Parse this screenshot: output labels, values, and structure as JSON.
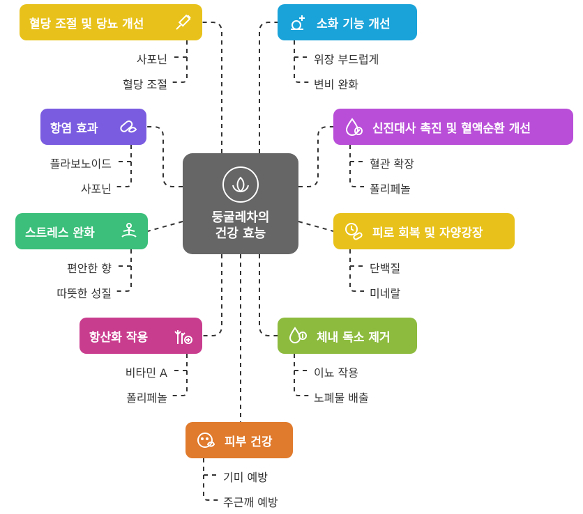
{
  "center": {
    "line1": "둥굴레차의",
    "line2": "건강 효능"
  },
  "colors": {
    "yellow": "#E8C21B",
    "blue": "#1AA3D9",
    "purple_dark": "#7A5CE0",
    "purple": "#B94FD8",
    "green": "#3BBF7A",
    "pink": "#C93D8E",
    "olive": "#8DBB3E",
    "orange": "#E07A2C",
    "center": "#666666"
  },
  "nodes": [
    {
      "label": "혈당 조절 및 당뇨 개선",
      "icon": "syringe-icon",
      "items": [
        "사포닌",
        "혈당 조절"
      ]
    },
    {
      "label": "소화 기능 개선",
      "icon": "snail-health-icon",
      "items": [
        "위장 부드럽게",
        "변비 완화"
      ]
    },
    {
      "label": "항염 효과",
      "icon": "pill-leaf-icon",
      "items": [
        "플라보노이드",
        "사포닌"
      ]
    },
    {
      "label": "신진대사 촉진 및 혈액순환 개선",
      "icon": "drop-percent-icon",
      "items": [
        "혈관 확장",
        "폴리페놀"
      ]
    },
    {
      "label": "스트레스 완화",
      "icon": "meditation-icon",
      "items": [
        "편안한 향",
        "따뜻한 성질"
      ]
    },
    {
      "label": "피로 회복 및 자양강장",
      "icon": "clock-pill-icon",
      "items": [
        "단백질",
        "미네랄"
      ]
    },
    {
      "label": "항산화 작용",
      "icon": "plant-plus-icon",
      "items": [
        "비타민 A",
        "폴리페놀"
      ]
    },
    {
      "label": "체내 독소 제거",
      "icon": "drop-detox-icon",
      "items": [
        "이뇨 작용",
        "노폐물 배출"
      ]
    },
    {
      "label": "피부 건강",
      "icon": "face-leaf-icon",
      "items": [
        "기미 예방",
        "주근깨 예방"
      ]
    }
  ]
}
